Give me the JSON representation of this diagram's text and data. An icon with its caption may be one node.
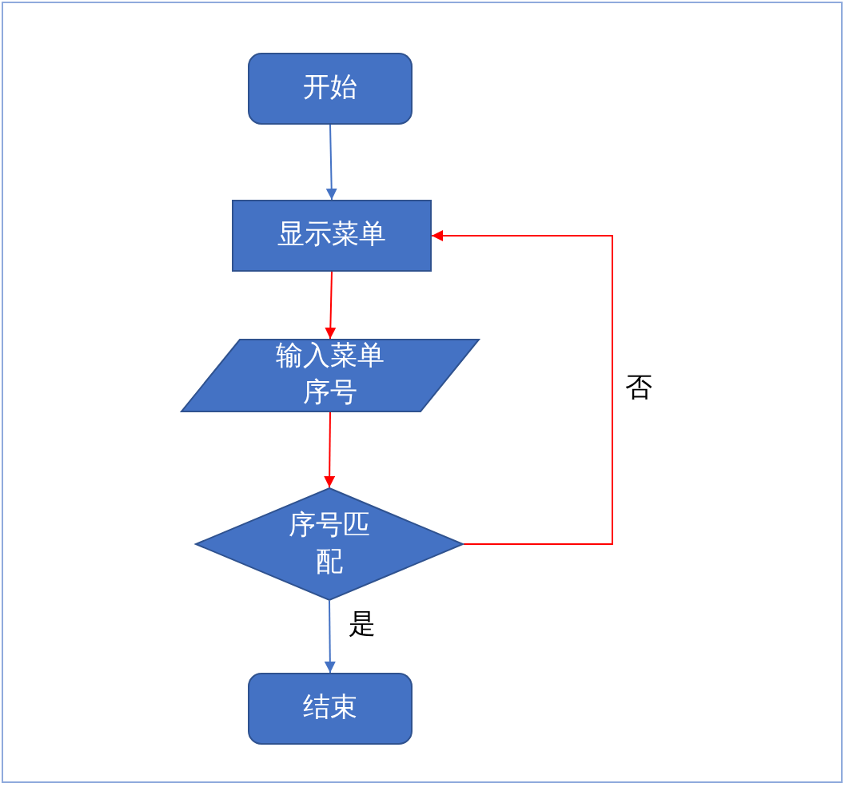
{
  "diagram": {
    "nodes": [
      {
        "text": [
          "开始"
        ]
      },
      {
        "text": [
          "显示菜单"
        ]
      },
      {
        "text": [
          "输入菜单序号"
        ]
      },
      {
        "text": [
          "序号匹配"
        ]
      },
      {
        "text": [
          "结束"
        ]
      }
    ],
    "edges": [
      {
        "from": 0,
        "to": 1,
        "arrow": "to",
        "color": "#4472c4"
      },
      {
        "from": 1,
        "to": 2,
        "arrow": "to"
      },
      {
        "from": 2,
        "to": 3,
        "arrow": "to"
      },
      {
        "from": 3,
        "to": 4,
        "arrow": "to",
        "label": "是",
        "color": "#4472c4"
      },
      {
        "from": 3,
        "to": 1,
        "arrow": "to",
        "label": "否"
      }
    ]
  }
}
